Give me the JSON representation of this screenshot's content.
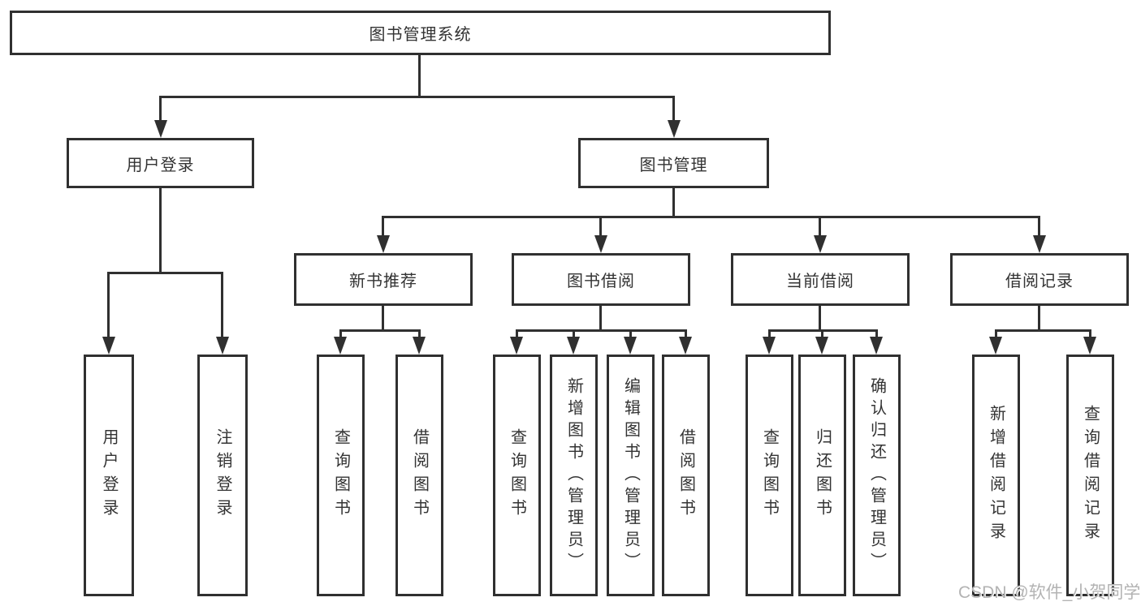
{
  "colors": {
    "line": "#303030",
    "text": "#333333",
    "watermark": "#b3b3b3",
    "background": "#ffffff"
  },
  "watermark": {
    "text": "CSDN @软件_小贺同学"
  },
  "diagram": {
    "root": {
      "label": "图书管理系统"
    },
    "branches": [
      {
        "label": "用户登录",
        "children": [
          {
            "label": "用户登录"
          },
          {
            "label": "注销登录"
          }
        ]
      },
      {
        "label": "图书管理",
        "children": [
          {
            "label": "新书推荐",
            "children": [
              {
                "label": "查询图书"
              },
              {
                "label": "借阅图书"
              }
            ]
          },
          {
            "label": "图书借阅",
            "children": [
              {
                "label": "查询图书"
              },
              {
                "label": "新增图书（管理员）"
              },
              {
                "label": "编辑图书（管理员）"
              },
              {
                "label": "借阅图书"
              }
            ]
          },
          {
            "label": "当前借阅",
            "children": [
              {
                "label": "查询图书"
              },
              {
                "label": "归还图书"
              },
              {
                "label": "确认归还（管理员）"
              }
            ]
          },
          {
            "label": "借阅记录",
            "children": [
              {
                "label": "新增借阅记录"
              },
              {
                "label": "查询借阅记录"
              }
            ]
          }
        ]
      }
    ]
  }
}
